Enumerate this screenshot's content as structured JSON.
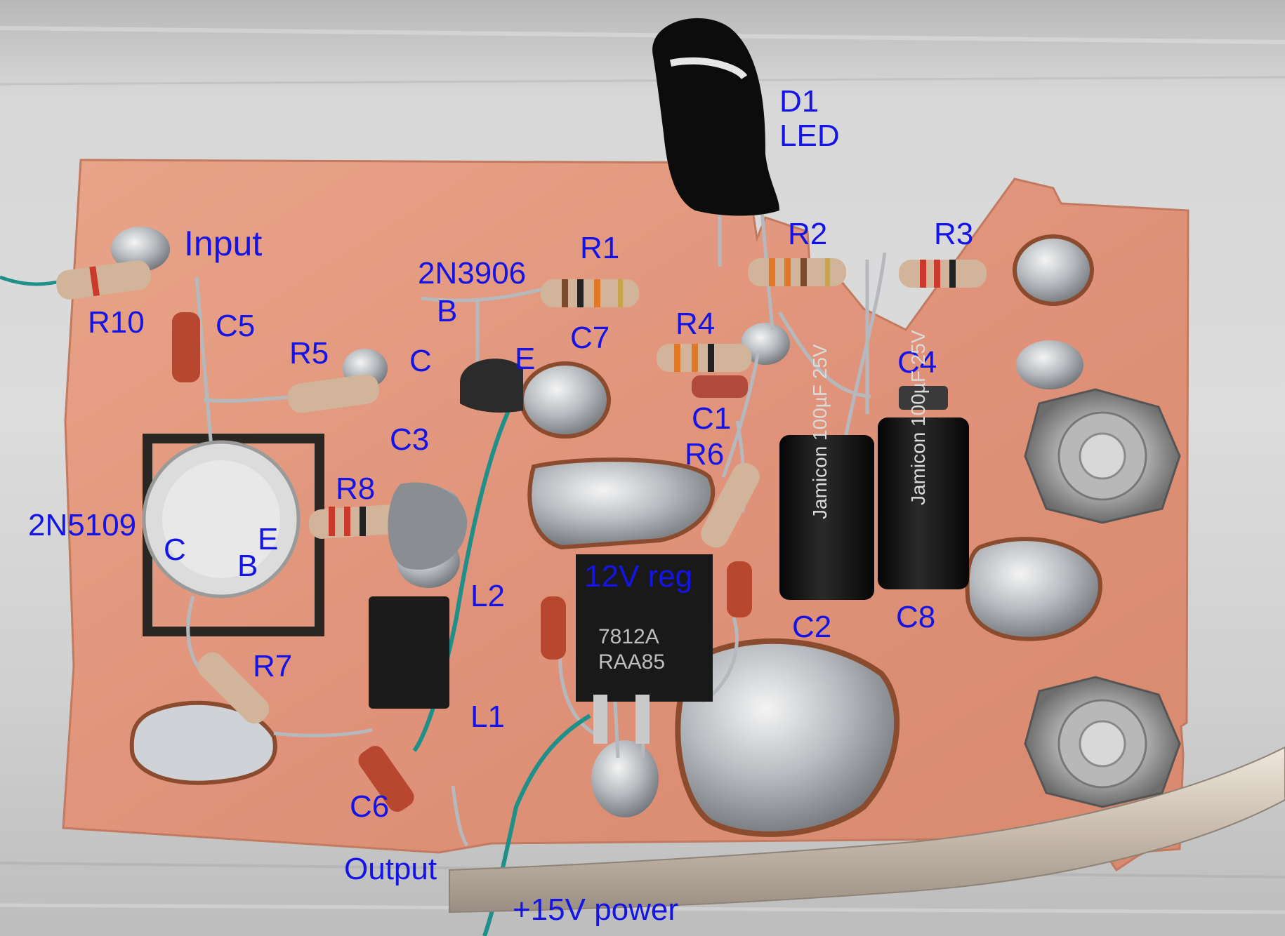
{
  "colors": {
    "label": "#1414e6",
    "copper": "#e0967a",
    "solder": "#c9ccd0",
    "aluminum": "#d2d2d2",
    "capacitor": "#161616",
    "wire_blue": "#1f8f8a"
  },
  "labels": {
    "d1_led": [
      "D1",
      "LED"
    ],
    "r1": "R1",
    "r2": "R2",
    "r3": "R3",
    "r4": "R4",
    "r5": "R5",
    "r6": "R6",
    "r7": "R7",
    "r8": "R8",
    "r10": "R10",
    "c1": "C1",
    "c2": "C2",
    "c3": "C3",
    "c4": "C4",
    "c5": "C5",
    "c6": "C6",
    "c7": "C7",
    "c8": "C8",
    "l1": "L1",
    "l2": "L2",
    "input": "Input",
    "output": "Output",
    "power": "+15V power",
    "regulator": "12V reg",
    "transistor_2n3906": "2N3906",
    "transistor_2n5109": "2N5109",
    "q1_base": "B",
    "q1_collector": "C",
    "q1_emitter": "E",
    "q2_collector": "C",
    "q2_emitter": "E",
    "q2_base": "B"
  },
  "component_markings": {
    "cap_c2": "100µF 25V",
    "cap_c8": "100µF 25V",
    "cap_brand": "Jamicon",
    "regulator_part": "7812A",
    "regulator_lot": "RAA85"
  }
}
